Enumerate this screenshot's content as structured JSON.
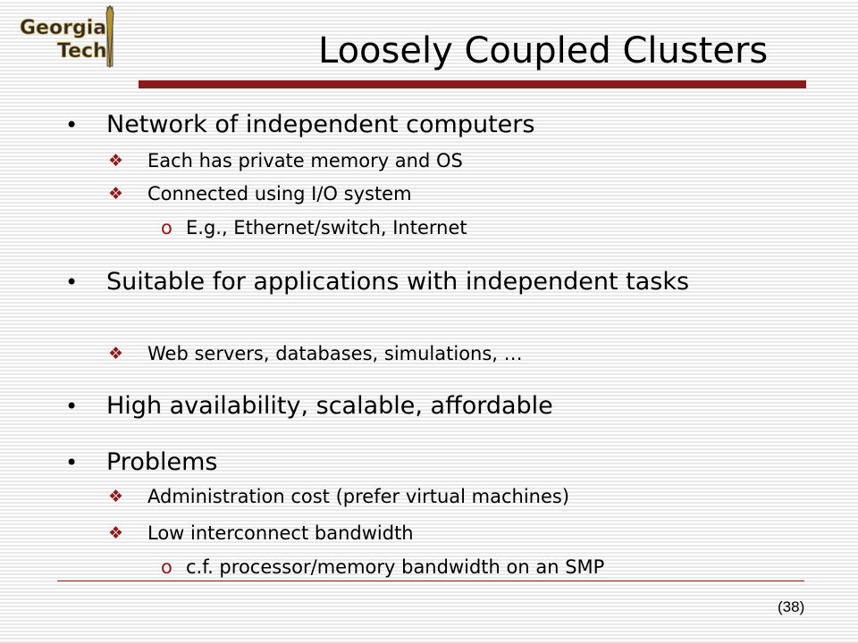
{
  "slide": {
    "title": "Loosely Coupled Clusters",
    "page_number": "(38)",
    "logo": {
      "line1": "Georgia",
      "line2": "Tech"
    }
  },
  "bullets": [
    {
      "text": "Network of independent computers",
      "sub": [
        {
          "text": "Each has private memory and OS"
        },
        {
          "text": "Connected using I/O system",
          "sub": [
            "E.g., Ethernet/switch, Internet"
          ]
        }
      ]
    },
    {
      "text": "Suitable for applications with independent tasks",
      "sub": [
        {
          "text": "Web servers, databases, simulations, …"
        }
      ]
    },
    {
      "text": "High availability, scalable, affordable"
    },
    {
      "text": "Problems",
      "sub": [
        {
          "text": "Administration cost (prefer virtual machines)"
        },
        {
          "text": "Low interconnect bandwidth",
          "sub": [
            "c.f. processor/memory bandwidth on an SMP"
          ]
        }
      ]
    }
  ],
  "colors": {
    "accent": "#8b1a1a",
    "logo_gold": "#c8a03c"
  }
}
